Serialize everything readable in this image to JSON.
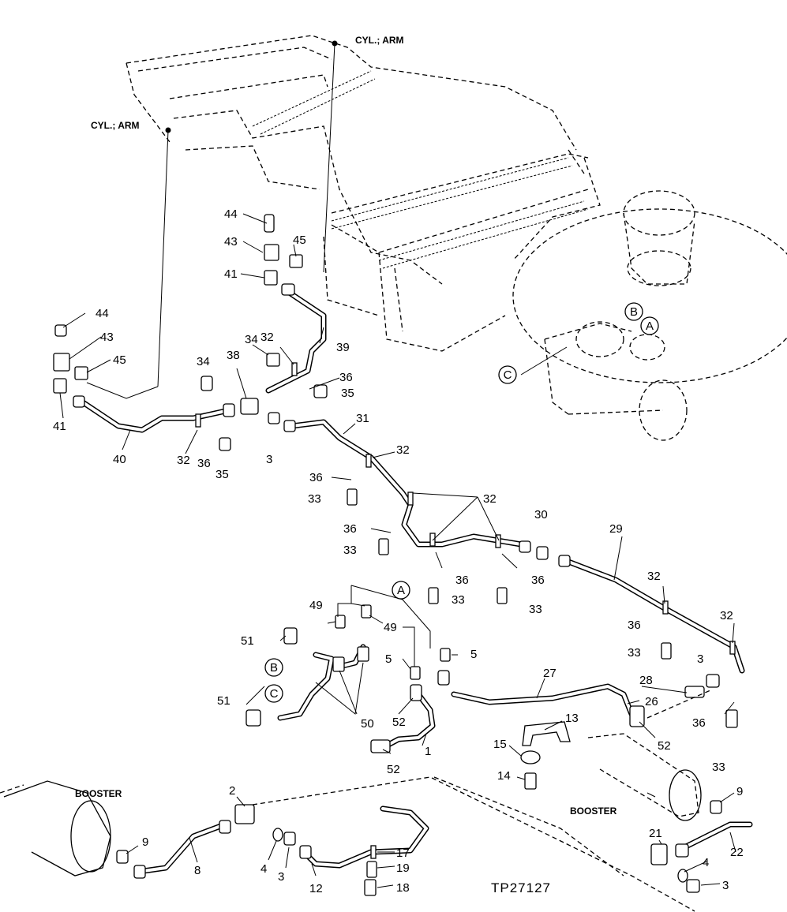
{
  "captions": {
    "cyl_arm_top": "CYL.; ARM",
    "cyl_arm_left": "CYL.; ARM",
    "booster_left": "BOOSTER",
    "booster_right": "BOOSTER"
  },
  "figure_code": "TP27127",
  "circled_refs": {
    "a_top": "A",
    "b_top": "B",
    "c_top": "C",
    "a_mid": "A",
    "b_mid": "B",
    "c_mid": "C"
  },
  "callouts": {
    "n44a": "44",
    "n43a": "43",
    "n45a": "45",
    "n41a": "41",
    "n44b": "44",
    "n43b": "43",
    "n45b": "45",
    "n41b": "41",
    "n39": "39",
    "n34a": "34",
    "n32a": "32",
    "n36a": "36",
    "n35a": "35",
    "n34b": "34",
    "n38": "38",
    "n40": "40",
    "n32b": "32",
    "n36b": "36",
    "n35b": "35",
    "n3a": "3",
    "n31": "31",
    "n32c": "32",
    "n36c": "36",
    "n33a": "33",
    "n32d": "32",
    "n36d": "36",
    "n33b": "33",
    "n36e": "36",
    "n33c": "33",
    "n36f": "36",
    "n33d": "33",
    "n30": "30",
    "n29": "29",
    "n32e": "32",
    "n36g": "36",
    "n33e": "33",
    "n32f": "32",
    "n3b": "3",
    "n28": "28",
    "n26": "26",
    "n36h": "36",
    "n33f": "33",
    "n27": "27",
    "n13": "13",
    "n15": "15",
    "n14": "14",
    "n52a": "52",
    "n49a": "49",
    "n49b": "49",
    "n51a": "51",
    "n51b": "51",
    "n5a": "5",
    "n5b": "5",
    "n50": "50",
    "n52b": "52",
    "n1": "1",
    "n52c": "52",
    "n2": "2",
    "n9a": "9",
    "n8": "8",
    "n4a": "4",
    "n3c": "3",
    "n12": "12",
    "n17": "17",
    "n19": "19",
    "n18": "18",
    "n9b": "9",
    "n21": "21",
    "n22": "22",
    "n4b": "4",
    "n3d": "3"
  }
}
